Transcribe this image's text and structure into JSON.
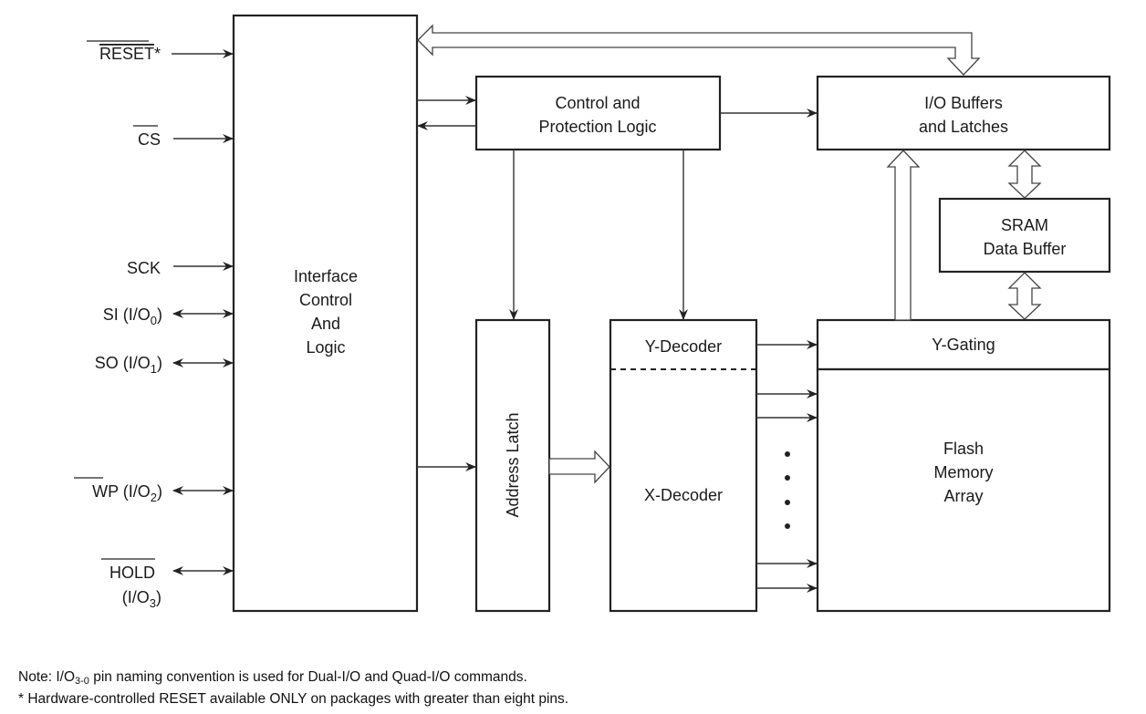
{
  "diagram": {
    "blocks": {
      "interface": {
        "lines": [
          "Interface",
          "Control",
          "And",
          "Logic"
        ]
      },
      "control": {
        "lines": [
          "Control and",
          "Protection Logic"
        ]
      },
      "io_buffers": {
        "lines": [
          "I/O Buffers",
          "and Latches"
        ]
      },
      "sram": {
        "lines": [
          "SRAM",
          "Data Buffer"
        ]
      },
      "y_gating": {
        "label": "Y-Gating"
      },
      "flash": {
        "lines": [
          "Flash",
          "Memory",
          "Array"
        ]
      },
      "address_latch": {
        "label": "Address Latch"
      },
      "y_decoder": {
        "label": "Y-Decoder"
      },
      "x_decoder": {
        "label": "X-Decoder"
      }
    },
    "pins": [
      {
        "name": "RESET*",
        "overbar": "RESET",
        "suffix": "*",
        "sub": "",
        "direction": "input"
      },
      {
        "name": "CS",
        "overbar": "CS",
        "suffix": "",
        "sub": "",
        "direction": "input"
      },
      {
        "name": "SCK",
        "overbar": "",
        "suffix": "SCK",
        "sub": "",
        "direction": "input"
      },
      {
        "name": "SI (I/O0)",
        "overbar": "",
        "suffix": "SI (I/O",
        "sub": "0",
        "close": ")",
        "direction": "bidirectional"
      },
      {
        "name": "SO (I/O1)",
        "overbar": "",
        "suffix": "SO (I/O",
        "sub": "1",
        "close": ")",
        "direction": "bidirectional"
      },
      {
        "name": "WP (I/O2)",
        "overbar": "WP",
        "suffix": " (I/O",
        "sub": "2",
        "close": ")",
        "direction": "bidirectional"
      },
      {
        "name": "HOLD (I/O3)",
        "overbar": "HOLD",
        "suffix": "(I/O",
        "sub": "3",
        "close": ")",
        "direction": "bidirectional"
      }
    ]
  },
  "notes": {
    "line1_prefix": "Note:  I/O",
    "line1_sub": "3-0",
    "line1_suffix": " pin naming convention is used for Dual-I/O and Quad-I/O commands.",
    "line2": "* Hardware-controlled RESET available ONLY on packages with greater than eight pins."
  }
}
